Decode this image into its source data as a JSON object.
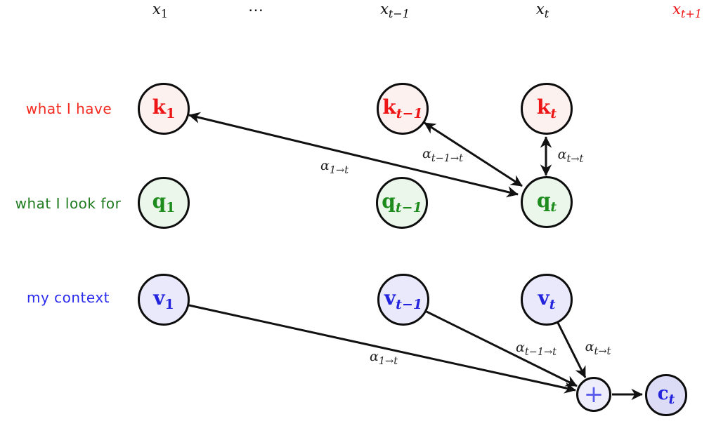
{
  "colors": {
    "math-red": "#ed1515",
    "math-green": "#1d8c1d",
    "math-blue": "#2323dd",
    "label-red": "#f3291d",
    "label-green": "#1e7a1e",
    "label-blue": "#2b2bf0",
    "node-pink-fill": "#fdf1f0",
    "node-green-fill": "#eaf7ea",
    "node-lavender-fill": "#e9e9fb",
    "node-ct-fill": "#dcdcf7",
    "plus-fill": "#ededfc",
    "plus-blue": "#5b5bec",
    "arrow-black": "#111111",
    "alpha-color": "#222222"
  },
  "sequence": [
    {
      "main": "x",
      "sub": "1"
    },
    {
      "main": "⋯",
      "sub": ""
    },
    {
      "main": "x",
      "sub": "t−1"
    },
    {
      "main": "x",
      "sub": "t"
    },
    {
      "main": "x",
      "sub": "t+1"
    }
  ],
  "row_labels": [
    {
      "text": "what I have"
    },
    {
      "text": "what I look for"
    },
    {
      "text": "my context"
    }
  ],
  "nodes": {
    "k1": {
      "main": "k",
      "sub": "1"
    },
    "kt1": {
      "main": "k",
      "sub": "t−1"
    },
    "kt": {
      "main": "k",
      "sub": "t"
    },
    "q1": {
      "main": "q",
      "sub": "1"
    },
    "qt1": {
      "main": "q",
      "sub": "t−1"
    },
    "qt": {
      "main": "q",
      "sub": "t"
    },
    "v1": {
      "main": "v",
      "sub": "1"
    },
    "vt1": {
      "main": "v",
      "sub": "t−1"
    },
    "vt": {
      "main": "v",
      "sub": "t"
    },
    "plus": {
      "main": "+"
    },
    "ct": {
      "main": "c",
      "sub": "t"
    }
  },
  "alphas": {
    "key_1_t": {
      "main": "α",
      "sub": "1→t"
    },
    "key_t1_t": {
      "main": "α",
      "sub": "t−1→t"
    },
    "key_t_t": {
      "main": "α",
      "sub": "t→t"
    },
    "val_1_t": {
      "main": "α",
      "sub": "1→t"
    },
    "val_t1_t": {
      "main": "α",
      "sub": "t−1→t"
    },
    "val_t_t": {
      "main": "α",
      "sub": "t→t"
    }
  }
}
